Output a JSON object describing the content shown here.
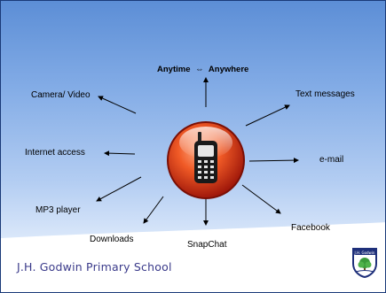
{
  "center": {
    "icon": "mobile-phone-icon"
  },
  "top_label": {
    "left": "Anytime",
    "arrow": "⇔",
    "right": "Anywhere"
  },
  "features": {
    "camera": "Camera/ Video",
    "internet": "Internet access",
    "mp3": "MP3 player",
    "downloads": "Downloads",
    "snapchat": "SnapChat",
    "facebook": "Facebook",
    "email": "e-mail",
    "text": "Text messages"
  },
  "footer": {
    "school_name": "J.H. Godwin Primary School",
    "crest_text": "J.H. Godwin"
  },
  "colors": {
    "accent": "#3a3a8a",
    "icon_orange": "#e8491b",
    "arrow": "#000000"
  }
}
